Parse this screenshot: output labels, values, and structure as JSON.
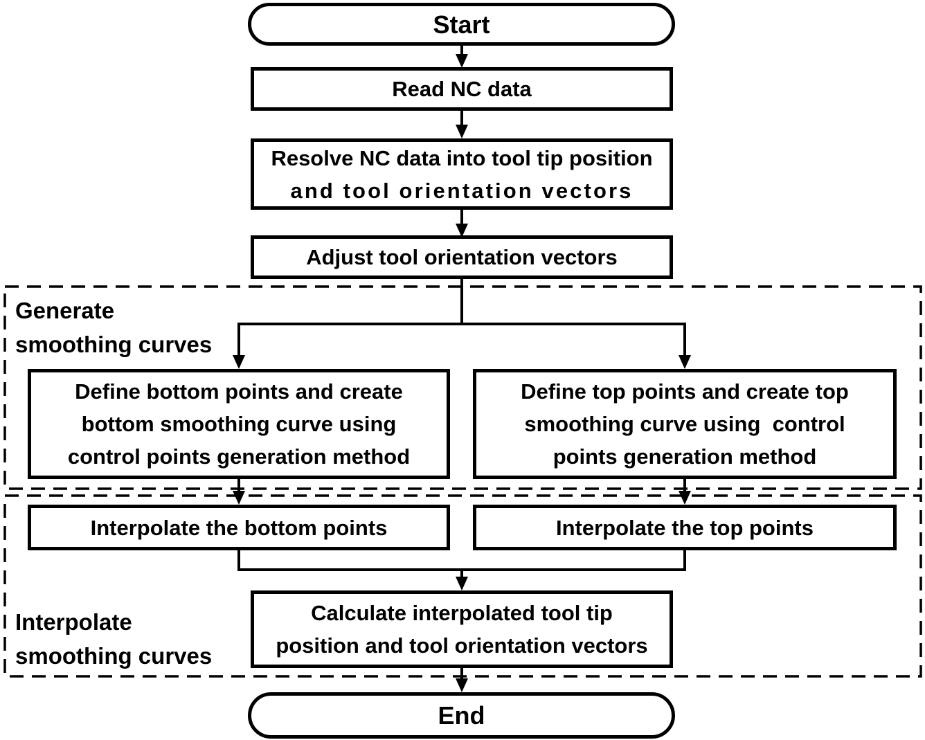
{
  "flowchart": {
    "colors": {
      "stroke": "#000000",
      "background": "#ffffff"
    },
    "nodes": {
      "start": {
        "label": "Start"
      },
      "read": {
        "label": "Read NC data"
      },
      "resolve": {
        "lines": [
          "Resolve NC data into tool tip position",
          "and tool orientation vectors"
        ]
      },
      "adjust": {
        "label": "Adjust tool orientation vectors"
      },
      "define_bottom": {
        "lines": [
          "Define bottom points and create",
          "bottom smoothing curve using",
          "control points generation method"
        ]
      },
      "define_top": {
        "lines": [
          "Define top points and create top",
          "smoothing curve using  control",
          "points generation method"
        ]
      },
      "interpolate_bottom": {
        "label": "Interpolate the bottom points"
      },
      "interpolate_top": {
        "label": "Interpolate the top points"
      },
      "calculate": {
        "lines": [
          "Calculate interpolated tool tip",
          "position and tool orientation vectors"
        ]
      },
      "end": {
        "label": "End"
      }
    },
    "regions": {
      "generate": {
        "lines": [
          "Generate",
          "smoothing curves"
        ]
      },
      "interpolate": {
        "lines": [
          "Interpolate",
          "smoothing curves"
        ]
      }
    }
  }
}
